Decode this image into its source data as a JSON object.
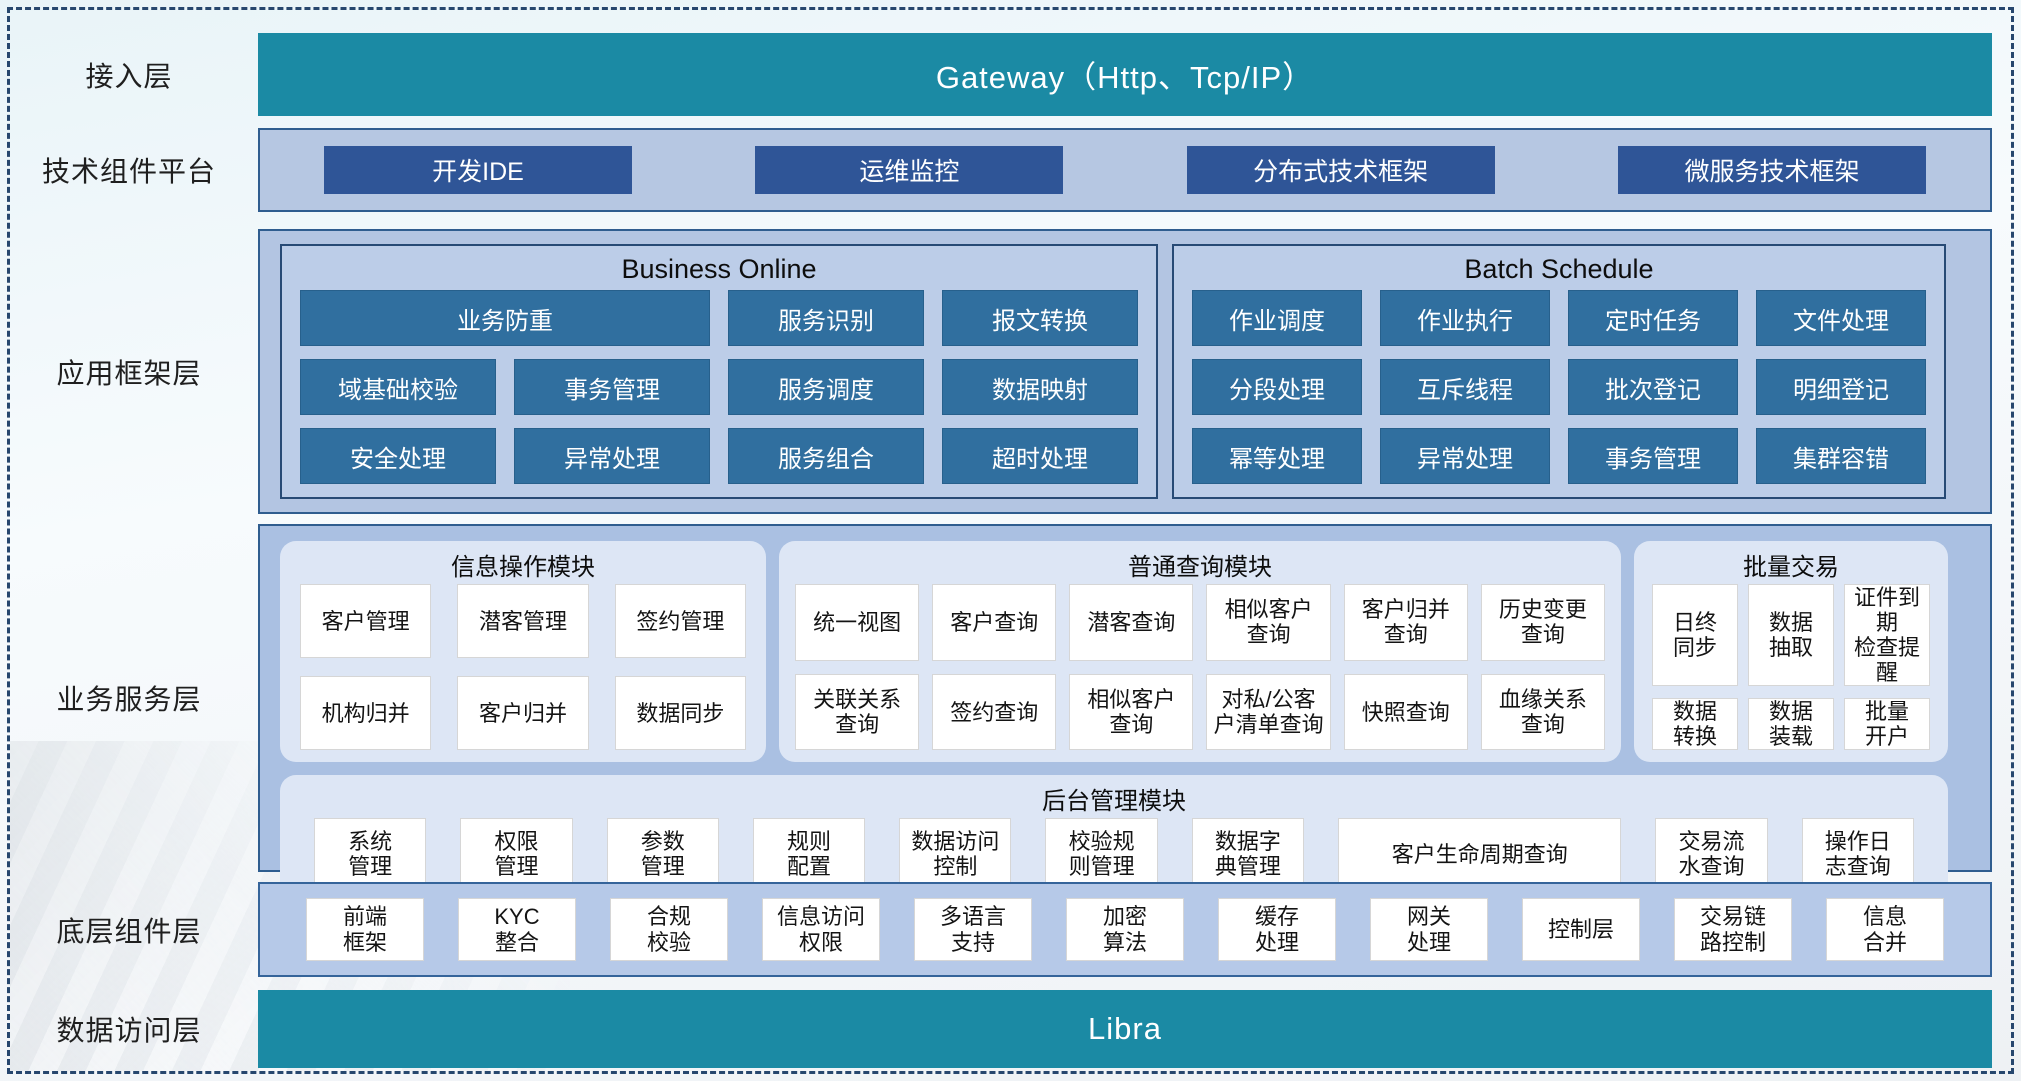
{
  "colors": {
    "teal": "#1b8aa4",
    "navy_button": "#2f5597",
    "steel_button": "#306f9f",
    "band_light_blue": "#b6c7e2",
    "service_band": "#aac0e2",
    "module_box": "#dde6f5",
    "frame_dash": "#27476e"
  },
  "layers": {
    "access": {
      "label": "接入层",
      "gateway": "Gateway（Http、Tcp/IP）"
    },
    "tech": {
      "label": "技术组件平台",
      "items": [
        "开发IDE",
        "运维监控",
        "分布式技术框架",
        "微服务技术框架"
      ]
    },
    "app": {
      "label": "应用框架层",
      "business_online": {
        "title": "Business Online",
        "r1_wide": "业务防重",
        "r1": [
          "服务识别",
          "报文转换"
        ],
        "r2": [
          "域基础校验",
          "事务管理",
          "服务调度",
          "数据映射"
        ],
        "r3": [
          "安全处理",
          "异常处理",
          "服务组合",
          "超时处理"
        ]
      },
      "batch_schedule": {
        "title": "Batch Schedule",
        "r1": [
          "作业调度",
          "作业执行",
          "定时任务",
          "文件处理"
        ],
        "r2": [
          "分段处理",
          "互斥线程",
          "批次登记",
          "明细登记"
        ],
        "r3": [
          "幂等处理",
          "异常处理",
          "事务管理",
          "集群容错"
        ]
      }
    },
    "service": {
      "label": "业务服务层",
      "info_module": {
        "title": "信息操作模块",
        "r1": [
          "客户管理",
          "潜客管理",
          "签约管理"
        ],
        "r2": [
          "机构归并",
          "客户归并",
          "数据同步"
        ]
      },
      "query_module": {
        "title": "普通查询模块",
        "r1": [
          "统一视图",
          "客户查询",
          "潜客查询",
          "相似客户\n查询",
          "客户归并\n查询",
          "历史变更\n查询"
        ],
        "r2": [
          "关联关系\n查询",
          "签约查询",
          "相似客户\n查询",
          "对私/公客\n户清单查询",
          "快照查询",
          "血缘关系\n查询"
        ]
      },
      "batch_module": {
        "title": "批量交易",
        "r1": [
          "日终\n同步",
          "数据\n抽取",
          "证件到期\n检查提醒"
        ],
        "r2": [
          "数据\n转换",
          "数据\n装载",
          "批量\n开户"
        ]
      },
      "admin_module": {
        "title": "后台管理模块",
        "items": [
          "系统\n管理",
          "权限\n管理",
          "参数\n管理",
          "规则\n配置",
          "数据访问\n控制",
          "校验规\n则管理",
          "数据字\n典管理",
          "客户生命周期查询",
          "交易流\n水查询",
          "操作日\n志查询"
        ]
      }
    },
    "base": {
      "label": "底层组件层",
      "items": [
        "前端\n框架",
        "KYC\n整合",
        "合规\n校验",
        "信息访问\n权限",
        "多语言\n支持",
        "加密\n算法",
        "缓存\n处理",
        "网关\n处理",
        "控制层",
        "交易链\n路控制",
        "信息\n合并"
      ]
    },
    "data_access": {
      "label": "数据访问层",
      "bar": "Libra"
    }
  }
}
